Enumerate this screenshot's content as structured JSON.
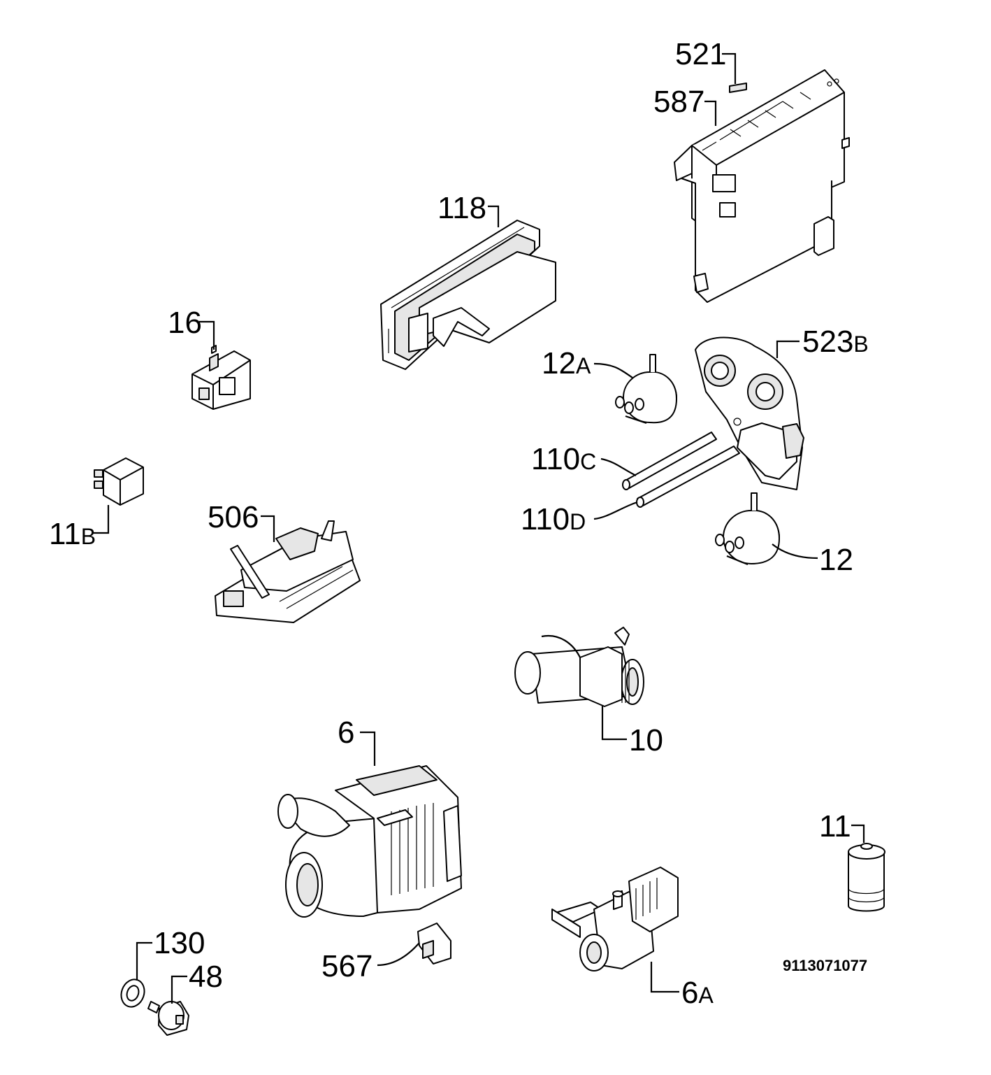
{
  "labels": [
    {
      "key": "521",
      "text": "521",
      "suffix": ""
    },
    {
      "key": "587",
      "text": "587",
      "suffix": ""
    },
    {
      "key": "118",
      "text": "118",
      "suffix": ""
    },
    {
      "key": "16",
      "text": "16",
      "suffix": ""
    },
    {
      "key": "523B",
      "text": "523",
      "suffix": "B"
    },
    {
      "key": "12A",
      "text": "12",
      "suffix": "A"
    },
    {
      "key": "110C",
      "text": "110",
      "suffix": "C"
    },
    {
      "key": "110D",
      "text": "110",
      "suffix": "D"
    },
    {
      "key": "11B",
      "text": "11",
      "suffix": "B"
    },
    {
      "key": "506",
      "text": "506",
      "suffix": ""
    },
    {
      "key": "12",
      "text": "12",
      "suffix": ""
    },
    {
      "key": "10",
      "text": "10",
      "suffix": ""
    },
    {
      "key": "6",
      "text": "6",
      "suffix": ""
    },
    {
      "key": "11",
      "text": "11",
      "suffix": ""
    },
    {
      "key": "130",
      "text": "130",
      "suffix": ""
    },
    {
      "key": "48",
      "text": "48",
      "suffix": ""
    },
    {
      "key": "567",
      "text": "567",
      "suffix": ""
    },
    {
      "key": "6A",
      "text": "6",
      "suffix": "A"
    }
  ],
  "diagram_code": "9113071077"
}
